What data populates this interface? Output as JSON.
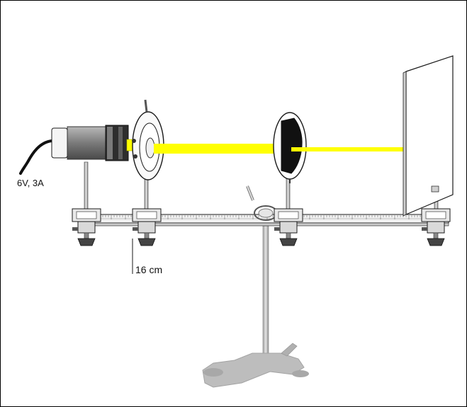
{
  "labels": {
    "power_supply": "6V, 3A",
    "distance": "16 cm"
  },
  "colors": {
    "beam": "#ffff00",
    "metal": "#cfcfcf",
    "metal_dark": "#6d6d6d",
    "base": "#bdbdbd",
    "screen": "#ffffff",
    "outline": "#1a1a1a",
    "lamp_body": "#8c8c8c"
  },
  "icons": [
    "cable",
    "lamp-housing",
    "lens-holder",
    "iris-diaphragm",
    "screen",
    "optical-bench",
    "stand-base",
    "clamp"
  ]
}
